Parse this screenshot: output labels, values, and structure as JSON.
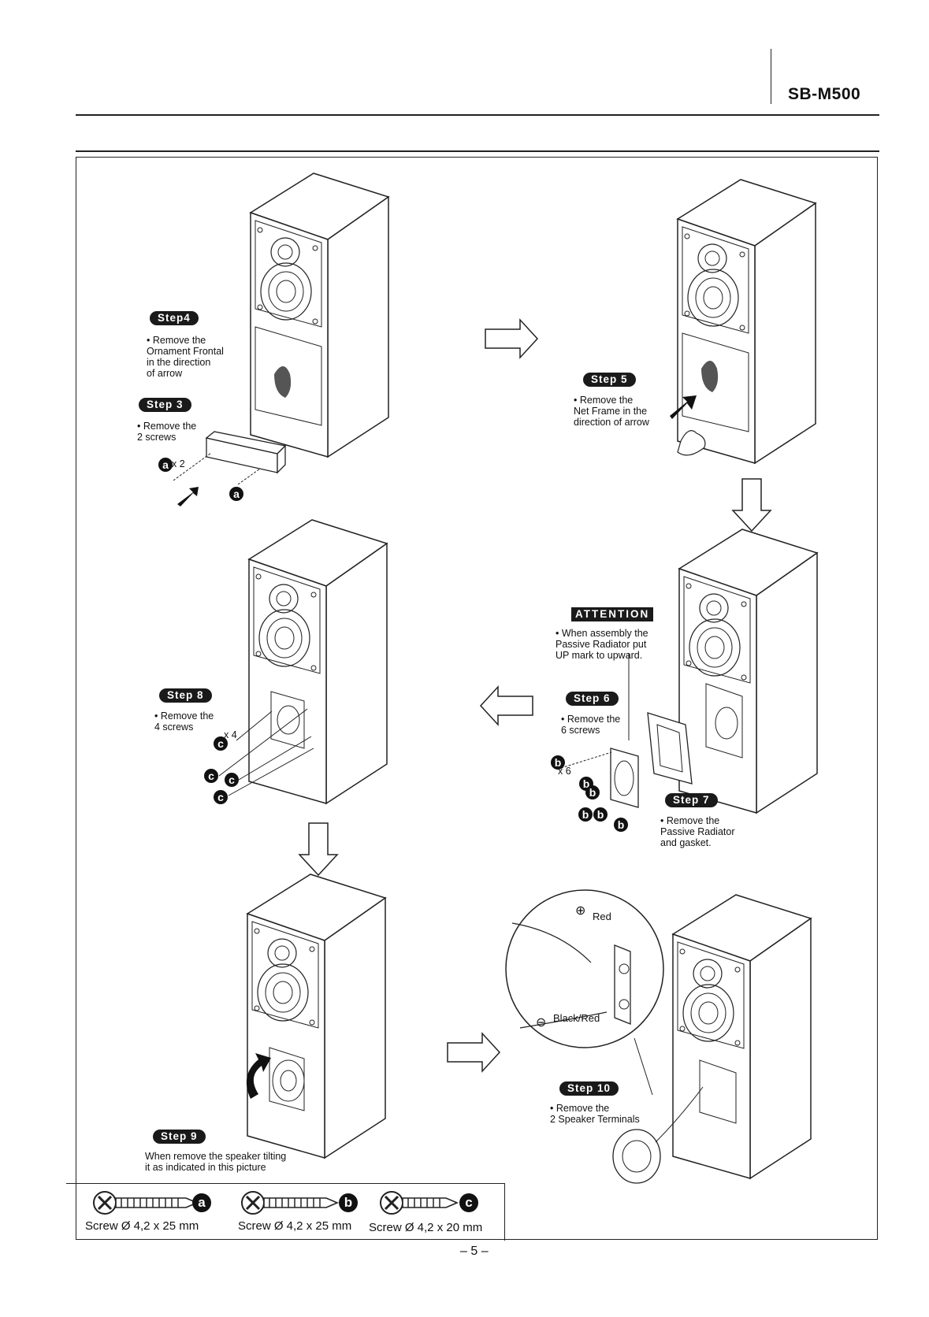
{
  "header": {
    "model": "SB-M500"
  },
  "steps": {
    "step3": {
      "label": "Step 3",
      "text": "• Remove the\n2 screws"
    },
    "step4": {
      "label": "Step4",
      "text": "• Remove the\nOrnament Frontal\nin the direction\nof arrow"
    },
    "step5": {
      "label": "Step 5",
      "text": "• Remove the\nNet Frame in the\ndirection of arrow"
    },
    "step6": {
      "label": "Step 6",
      "text": "• Remove the\n6 screws"
    },
    "step7": {
      "label": "Step 7",
      "text": "• Remove the\nPassive Radiator\nand gasket."
    },
    "step8": {
      "label": "Step 8",
      "text": "• Remove the\n4 screws"
    },
    "step9": {
      "label": "Step 9",
      "text": "When remove the speaker tilting\nit as indicated in this picture"
    },
    "step10": {
      "label": "Step 10",
      "text": "• Remove the\n2 Speaker Terminals"
    }
  },
  "attention": {
    "label": "ATTENTION",
    "text": "• When assembly the\nPassive Radiator put\nUP mark to upward."
  },
  "callouts": {
    "a_count": "x 2",
    "b_count": "x 6",
    "c_count": "x 4",
    "plus_sign": "⊕",
    "red": "Red",
    "minus_sign": "⊖",
    "black_red": "Black/Red"
  },
  "screws": [
    {
      "letter": "a",
      "label": "Screw Ø 4,2 x 25 mm"
    },
    {
      "letter": "b",
      "label": "Screw Ø 4,2 x 25 mm"
    },
    {
      "letter": "c",
      "label": "Screw Ø 4,2 x 20 mm"
    }
  ],
  "footer": {
    "page_number": "– 5 –"
  }
}
